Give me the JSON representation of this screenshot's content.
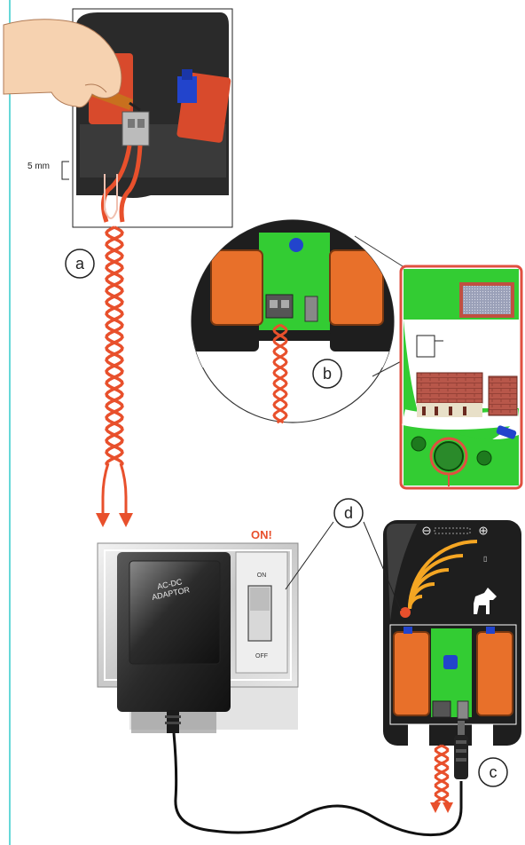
{
  "labels": {
    "a": "a",
    "b": "b",
    "c": "c",
    "d": "d"
  },
  "dimension": "5 mm",
  "adaptor": {
    "name": "AC-DC ADAPTOR",
    "line1": "AC-DC",
    "line2": "ADAPTOR"
  },
  "wall_switch": {
    "status": "ON!",
    "on_label": "ON",
    "off_label": "OFF"
  },
  "colors": {
    "wire": "#e8502c",
    "battery_orange": "#e8702a",
    "pcb_green": "#33cc33",
    "housing_dark": "#1e1e1e",
    "callout_red": "#e05040",
    "accent_blue": "#2244cc",
    "sidebar_line": "#33cccc"
  }
}
